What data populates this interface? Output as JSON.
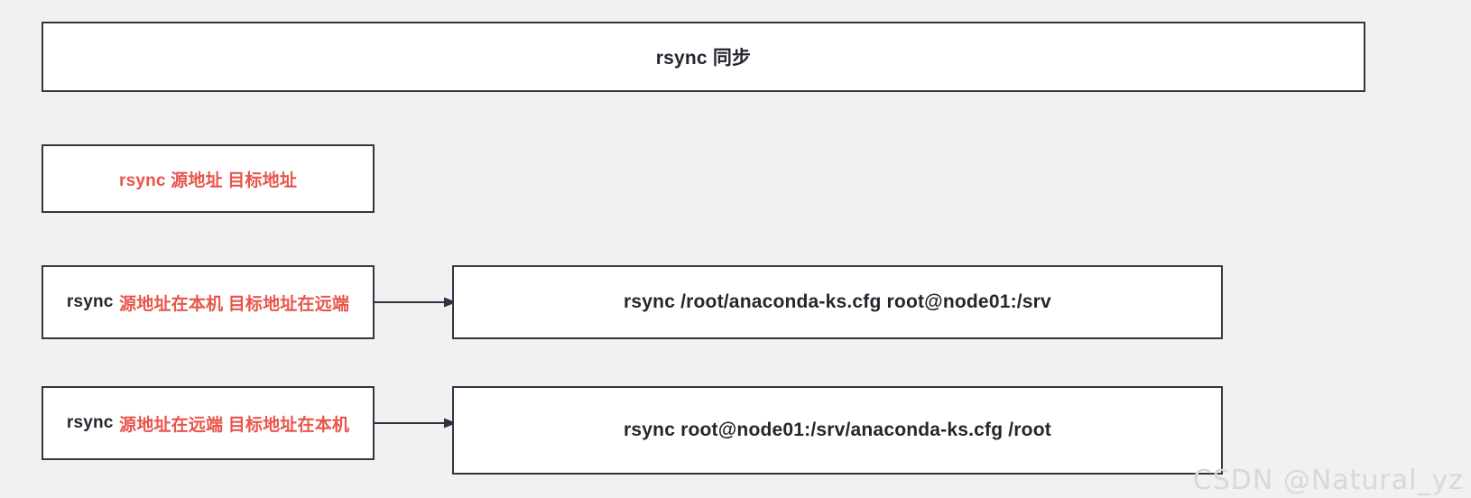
{
  "diagram": {
    "title_box": {
      "text": "rsync 同步"
    },
    "pattern_box": {
      "text": "rsync 源地址 目标地址"
    },
    "rows": [
      {
        "label_prefix": "rsync",
        "label_red": "源地址在本机 目标地址在远端",
        "command": "rsync /root/anaconda-ks.cfg root@node01:/srv",
        "arrow": "arrow-right"
      },
      {
        "label_prefix": "rsync",
        "label_red": "源地址在远端 目标地址在本机",
        "command": "rsync root@node01:/srv/anaconda-ks.cfg /root",
        "arrow": "arrow-right"
      }
    ]
  },
  "colors": {
    "background": "#f1f1f1",
    "box_fill": "#ffffff",
    "box_border": "#333744",
    "text_dark": "#24262e",
    "text_red": "#e8554b",
    "watermark": "#d8d8d8"
  },
  "watermark": {
    "text": "CSDN @Natural_yz"
  }
}
